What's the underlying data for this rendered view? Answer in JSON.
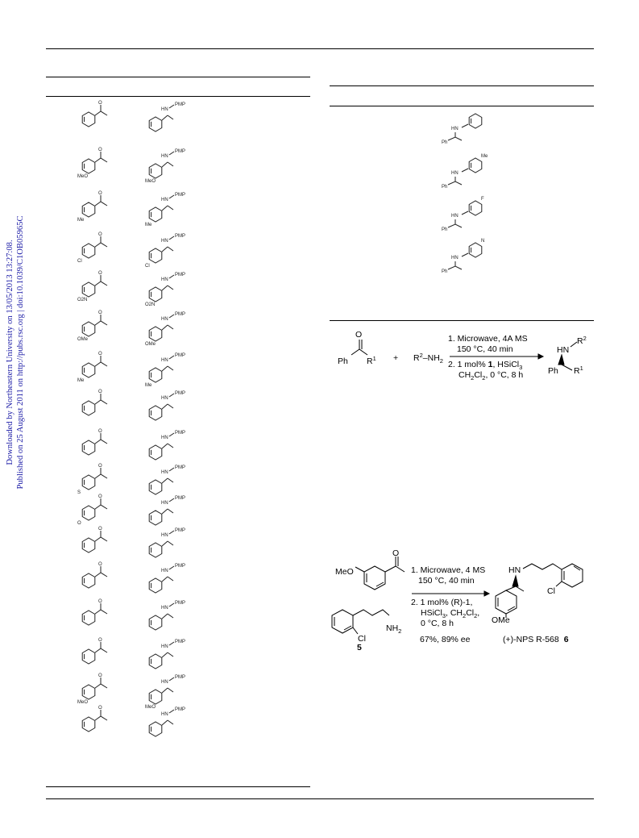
{
  "sidebar": {
    "line1": "Downloaded by Northeastern University on 13/05/2013 13:27:08.",
    "line2": "Published on 25 August 2011 on http://pubs.rsc.org | doi:10.1039/C1OB05965C"
  },
  "table_left": {
    "rows": [
      {
        "ketone_sub": "",
        "amine_r": "PMP"
      },
      {
        "ketone_sub": "MeO",
        "amine_r": "PMP",
        "amine_sub": "MeO"
      },
      {
        "ketone_sub": "Me",
        "amine_r": "PMP",
        "amine_sub": "Me"
      },
      {
        "ketone_sub": "Cl",
        "amine_r": "PMP",
        "amine_sub": "Cl"
      },
      {
        "ketone_sub": "O2N",
        "amine_r": "PMP",
        "amine_sub": "O2N"
      },
      {
        "ketone_sub": "OMe",
        "amine_r": "PMP",
        "amine_sub": "OMe"
      },
      {
        "ketone_sub": "Me",
        "amine_r": "PMP",
        "amine_sub": "Me"
      },
      {
        "ketone_sub": "",
        "amine_r": "PMP"
      },
      {
        "ketone_sub": "",
        "amine_r": "PMP"
      },
      {
        "ketone_sub": "S",
        "amine_r": "PMP"
      },
      {
        "ketone_sub": "O",
        "amine_r": "PMP"
      },
      {
        "ketone_sub": "",
        "amine_r": "PMP"
      },
      {
        "ketone_sub": "",
        "amine_r": "PMP"
      },
      {
        "ketone_sub": "",
        "amine_r": "PMP"
      },
      {
        "ketone_sub": "",
        "amine_r": "PMP"
      },
      {
        "ketone_sub": "MeO",
        "amine_r": "PMP",
        "amine_sub": "MeO"
      },
      {
        "ketone_sub": "",
        "amine_r": "PMP"
      }
    ]
  },
  "table_right": {
    "rows": [
      {
        "amine_sub": "",
        "label": "Ph"
      },
      {
        "amine_sub": "Me",
        "label": "Ph"
      },
      {
        "amine_sub": "F",
        "label": "Ph"
      },
      {
        "amine_sub": "N",
        "label": "Ph"
      }
    ]
  },
  "scheme1": {
    "ph": "Ph",
    "r1": "R",
    "plus": "+",
    "amine": "R",
    "amine_rest": "–NH",
    "cond1": "1. Microwave, 4A MS",
    "cond2": "150 °C, 40 min",
    "cond3a": "2. 1 mol% ",
    "cond3b": "1",
    "cond3c": ", HSiCl",
    "cond4": "CH",
    "cond4b": "Cl",
    "cond4c": ", 0 °C, 8 h",
    "prod_hn": "HN",
    "prod_r2": "R",
    "prod_ph": "Ph",
    "prod_r1": "R"
  },
  "scheme2": {
    "meo": "MeO",
    "cond1": "1. Microwave, 4 MS",
    "cond2": "150 °C, 40 min",
    "cond3": "2. 1 mol% (R)-1,",
    "cond4": "HSiCl",
    "cond4b": ", CH",
    "cond4c": "Cl",
    "cond5": "0 °C, 8 h",
    "cl": "Cl",
    "nh2": "NH",
    "cpd5": "5",
    "yield": "67%, 89% ee",
    "hn": "HN",
    "cl2": "Cl",
    "ome": "OMe",
    "product": "(+)-NPS R-568",
    "cpd6": "6"
  }
}
